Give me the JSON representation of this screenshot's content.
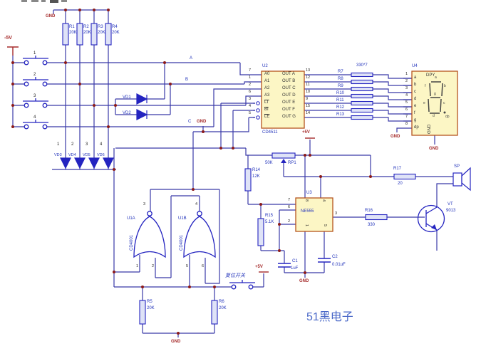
{
  "watermark": "51黑电子",
  "power": {
    "minus5v": "-5V",
    "plus5v": "+5V",
    "gnd": "GND"
  },
  "nets": {
    "a": "A",
    "b": "B",
    "c": "C"
  },
  "notes": {
    "res_array": "330*7",
    "reset": "复位开关"
  },
  "buttons": [
    "1",
    "2",
    "3",
    "4"
  ],
  "diode_nums": [
    "1",
    "2",
    "3",
    "4"
  ],
  "components": {
    "r1": {
      "ref": "R1",
      "val": "20K"
    },
    "r2": {
      "ref": "R2",
      "val": "20K"
    },
    "r3": {
      "ref": "R3",
      "val": "20K"
    },
    "r4": {
      "ref": "R4",
      "val": "20K"
    },
    "r5": {
      "ref": "R5",
      "val": "20K"
    },
    "r6": {
      "ref": "R6",
      "val": "20K"
    },
    "r7": {
      "ref": "R7"
    },
    "r8": {
      "ref": "R8"
    },
    "r9": {
      "ref": "R9"
    },
    "r10": {
      "ref": "R10"
    },
    "r11": {
      "ref": "R11"
    },
    "r12": {
      "ref": "R12"
    },
    "r13": {
      "ref": "R13"
    },
    "r14": {
      "ref": "R14",
      "val": "12K"
    },
    "r15": {
      "ref": "R15",
      "val": "5.1K"
    },
    "r16": {
      "ref": "R16",
      "val": "330"
    },
    "r17": {
      "ref": "R17",
      "val": "20"
    },
    "rp1": {
      "ref": "RP1",
      "val": "50K"
    },
    "c1": {
      "ref": "C1",
      "val": "1uF"
    },
    "c2": {
      "ref": "C2",
      "val": "0.01uF"
    },
    "vd1": {
      "ref": "VD1"
    },
    "vd2": {
      "ref": "VD2"
    },
    "vd3": {
      "ref": "VD3"
    },
    "vd4": {
      "ref": "VD4"
    },
    "vd5": {
      "ref": "VD5"
    },
    "vd6": {
      "ref": "VD6"
    },
    "vt": {
      "ref": "VT",
      "val": "9013"
    },
    "sp": {
      "ref": "SP"
    },
    "u1a": {
      "ref": "U1A",
      "part": "CD4001",
      "pin_out": "3",
      "pin_in1": "1",
      "pin_in2": "2"
    },
    "u1b": {
      "ref": "U1B",
      "part": "CD4001",
      "pin_out": "4",
      "pin_in1": "5",
      "pin_in2": "6"
    },
    "u2": {
      "ref": "U2",
      "part": "CD4511"
    },
    "u3": {
      "ref": "U3",
      "part": "NE555",
      "pins": {
        "p7": "7",
        "p6": "6",
        "p2": "2",
        "p3": "3",
        "p8": "8",
        "p4": "4",
        "p1": "1",
        "p5": "5"
      }
    },
    "u4": {
      "ref": "U4",
      "part": "DPY",
      "gnd": "GND"
    }
  },
  "u2_pins": {
    "left_nums": [
      "7",
      "1",
      "2",
      "6",
      "3",
      "4",
      "5"
    ],
    "left_names": [
      "A0",
      "A1",
      "A2",
      "A3",
      "LT",
      "BI",
      "LE"
    ],
    "right_nums": [
      "13",
      "12",
      "11",
      "10",
      "9",
      "15",
      "14"
    ],
    "right_names": [
      "OUT A",
      "OUT B",
      "OUT C",
      "OUT D",
      "OUT E",
      "OUT F",
      "OUT G"
    ]
  },
  "u4_pins": {
    "nums": [
      "1",
      "2",
      "3",
      "4",
      "5",
      "6",
      "7",
      "8"
    ],
    "names": [
      "a",
      "b",
      "c",
      "d",
      "e",
      "f",
      "g",
      "dp"
    ],
    "segs": [
      "a",
      "b",
      "c",
      "d",
      "e",
      "f",
      "g",
      "dp"
    ]
  }
}
